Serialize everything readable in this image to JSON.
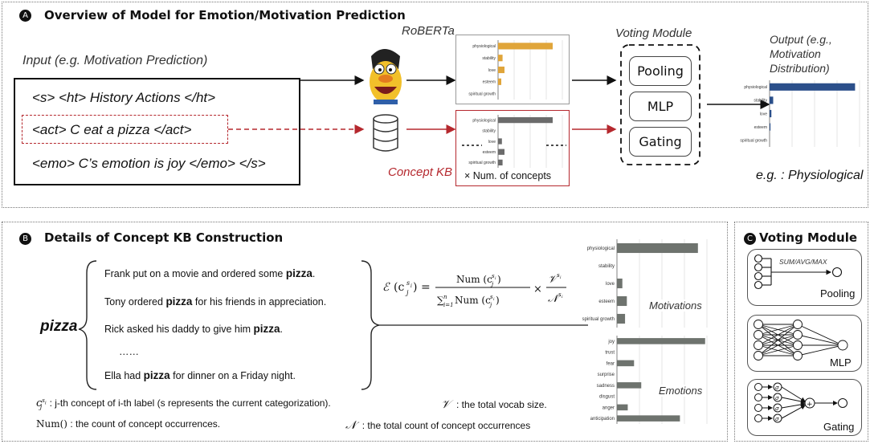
{
  "panelA": {
    "badge": "A",
    "title": "Overview of Model for Emotion/Motivation Prediction",
    "input_label": "Input (e.g. Motivation Prediction)",
    "lines": [
      "<s> <ht> History Actions </ht>",
      "<act> C eat a pizza </act>",
      "<emo> C’s emotion is joy </emo> </s>"
    ],
    "roberta_label": "RoBERTa",
    "concept_kb_label": "Concept KB",
    "num_concepts_label": "× Num. of concepts",
    "voting_label": "Voting Module",
    "voting_items": [
      "Pooling",
      "MLP",
      "Gating"
    ],
    "output_label_lines": [
      "Output (e.g.,",
      "Motivation",
      "Distribution)"
    ],
    "example_prefix": "e.g. : ",
    "example_value": "Physiological"
  },
  "panelB": {
    "badge": "B",
    "title": "Details of Concept KB Construction",
    "word": "pizza",
    "sentences": [
      {
        "pre": "Frank put on a movie and ordered some ",
        "bold": "pizza",
        "post": "."
      },
      {
        "pre": "Tony ordered ",
        "bold": "pizza",
        "post": " for his friends in appreciation."
      },
      {
        "pre": "Rick asked his daddy to give him ",
        "bold": "pizza",
        "post": "."
      },
      {
        "pre": "……",
        "bold": "",
        "post": ""
      },
      {
        "pre": "Ella had ",
        "bold": "pizza",
        "post": " for dinner on a Friday night."
      }
    ],
    "formula_lhs": "ℰ (c",
    "formula_frac_num": "Num (c",
    "formula_frac_den_pre": "∑",
    "formula_times": "×",
    "legend": [
      ": j-th concept of i-th label (s represents the current categorization).",
      ": the count of concept occurrences.",
      ": the total vocab size.",
      ": the total count of concept occurrences"
    ],
    "legend_symbols": [
      "c",
      "Num()",
      "𝒱",
      "𝒩"
    ],
    "motivations_label": "Motivations",
    "emotions_label": "Emotions"
  },
  "panelC": {
    "badge": "C",
    "title": "Voting Module",
    "pool_op": "SUM/AVG/MAX",
    "items": [
      "Pooling",
      "MLP",
      "Gating"
    ]
  },
  "colors": {
    "orange": "#e0a53a",
    "gray_bar": "#6b6b6b",
    "blue": "#2b4f8a",
    "red": "#b5282e",
    "dark_green_gray": "#6e736e"
  },
  "chart_data": [
    {
      "type": "bar",
      "name": "roberta_motivation",
      "categories": [
        "physiological",
        "stability",
        "love",
        "esteem",
        "spiritual growth"
      ],
      "values": [
        0.85,
        0.07,
        0.1,
        0.05,
        0.0
      ],
      "xlim": [
        0,
        1
      ]
    },
    {
      "type": "bar",
      "name": "concept_kb_motivation",
      "categories": [
        "physiological",
        "stability",
        "love",
        "esteem",
        "spiritual growth"
      ],
      "values": [
        0.85,
        0.0,
        0.06,
        0.1,
        0.07
      ],
      "xlim": [
        0,
        1
      ]
    },
    {
      "type": "bar",
      "name": "output_motivation",
      "categories": [
        "physiological",
        "stability",
        "love",
        "esteem",
        "spiritual growth"
      ],
      "values": [
        0.95,
        0.04,
        0.02,
        0.01,
        0.0
      ],
      "xlim": [
        0,
        1
      ]
    },
    {
      "type": "bar",
      "name": "motivations_detail",
      "categories": [
        "physiological",
        "stability",
        "love",
        "esteem",
        "spiritual growth"
      ],
      "values": [
        0.9,
        0.0,
        0.06,
        0.11,
        0.09
      ],
      "xlim": [
        0,
        1
      ]
    },
    {
      "type": "bar",
      "name": "emotions_detail",
      "categories": [
        "joy",
        "trust",
        "fear",
        "surprise",
        "sadness",
        "disgust",
        "anger",
        "anticipation"
      ],
      "values": [
        0.98,
        0.0,
        0.19,
        0.0,
        0.27,
        0.0,
        0.12,
        0.7
      ],
      "xlim": [
        0,
        1
      ]
    }
  ]
}
